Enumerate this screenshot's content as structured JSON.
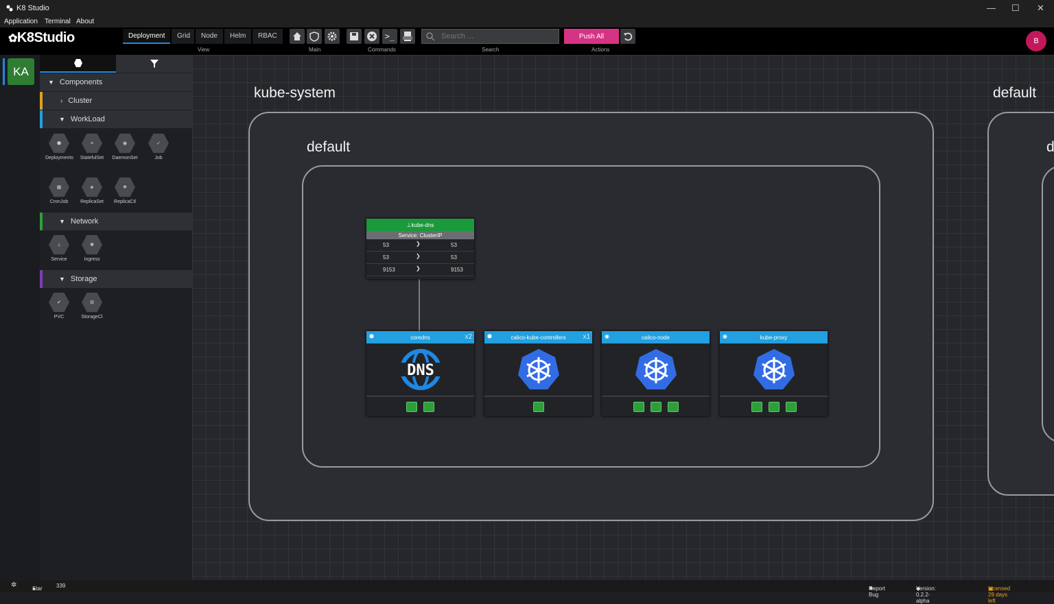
{
  "window": {
    "title": "K8 Studio",
    "minimize": "—",
    "maximize": "☐",
    "close": "✕"
  },
  "menu": [
    "Application",
    "Terminal",
    "About"
  ],
  "logo": "K8Studio",
  "view_tabs": [
    "Deployment",
    "Grid",
    "Node",
    "Helm",
    "RBAC"
  ],
  "groups": {
    "view": "View",
    "main": "Main",
    "commands": "Commands",
    "search": "Search",
    "actions": "Actions"
  },
  "search": {
    "placeholder": "Search ..."
  },
  "push_all": "Push All",
  "user_initial": "B",
  "workspace": "KA",
  "panel": {
    "sections": {
      "components": "Components",
      "cluster": "Cluster",
      "workload": "WorkLoad",
      "network": "Network",
      "storage": "Storage"
    },
    "workload_items": [
      "Deployments",
      "StatefulSet",
      "DaemonSet",
      "Job",
      "CronJob",
      "ReplicaSet",
      "ReplicaCtl"
    ],
    "network_items": [
      "Service",
      "Ingress"
    ],
    "storage_items": [
      "PVC",
      "StorageCl"
    ]
  },
  "canvas": {
    "namespace1": "kube-system",
    "namespace1_inner": "default",
    "namespace2": "default",
    "namespace2_inner": "d",
    "service": {
      "name": "kube-dns",
      "type": "Service: ClusterIP",
      "ports": [
        [
          "53",
          "53"
        ],
        [
          "53",
          "53"
        ],
        [
          "9153",
          "9153"
        ]
      ]
    },
    "workloads": [
      {
        "name": "coredns",
        "count": "x2",
        "pods": 2,
        "icon": "DNS"
      },
      {
        "name": "calico-kube-controllers",
        "count": "x1",
        "pods": 1
      },
      {
        "name": "calico-node",
        "count": "",
        "pods": 3
      },
      {
        "name": "kube-proxy",
        "count": "",
        "pods": 3
      }
    ]
  },
  "status": {
    "star": "Star",
    "stars": "339",
    "report": "Report Bug",
    "version": "Version: 0.2.2-alpha",
    "license": "Licensed 29 days left"
  },
  "colors": {
    "accent": "#1e88e5",
    "push": "#d63384",
    "service_header": "#1a9a3a",
    "workload_header": "#22a0e0",
    "pod": "#2e9e3a"
  }
}
